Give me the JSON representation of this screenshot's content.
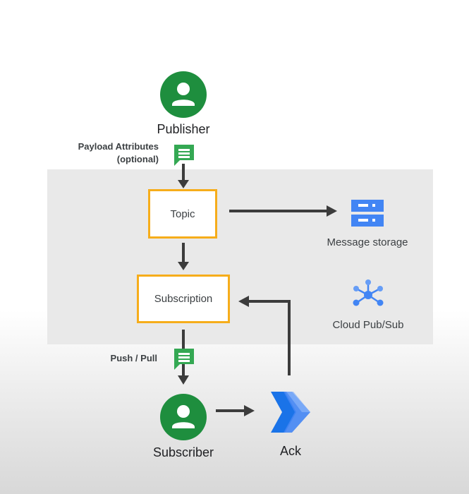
{
  "diagram": {
    "publisher_label": "Publisher",
    "payload_line1": "Payload Attributes",
    "payload_line2": "(optional)",
    "topic_label": "Topic",
    "message_storage_label": "Message storage",
    "subscription_label": "Subscription",
    "cloud_pubsub_label": "Cloud Pub/Sub",
    "push_pull_label": "Push / Pull",
    "subscriber_label": "Subscriber",
    "ack_label": "Ack"
  },
  "colors": {
    "avatar_green": "#1e8e3e",
    "message_green": "#34a853",
    "box_border": "#f6ad1b",
    "storage_blue": "#4285f4",
    "arrow": "#3c3c3c",
    "panel": "#e9e9e9"
  },
  "icons": {
    "publisher": "person-icon",
    "message": "message-icon",
    "storage": "storage-icon",
    "pubsub": "pubsub-icon",
    "ack": "ack-chevron-icon"
  }
}
